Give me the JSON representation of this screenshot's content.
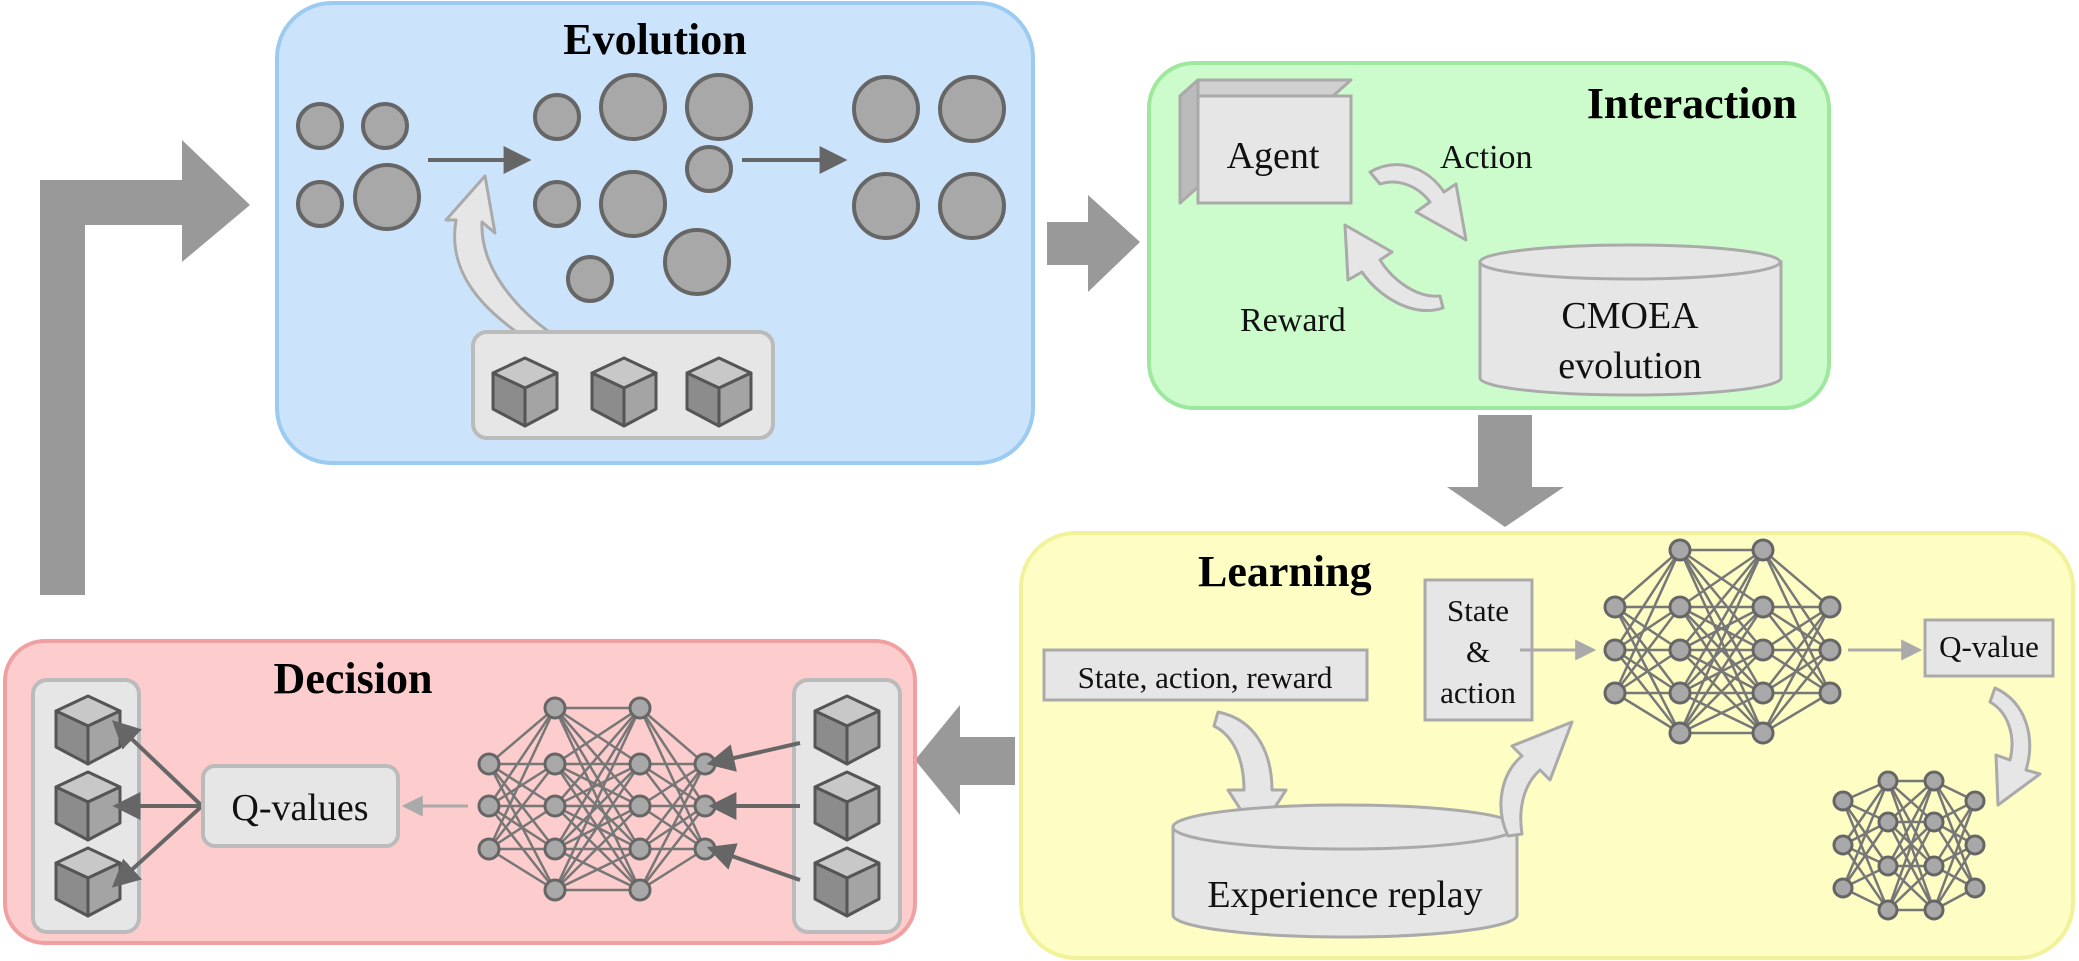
{
  "panels": {
    "evolution": {
      "title": "Evolution",
      "fill": "#cce4fb",
      "stroke": "#9ccbf2"
    },
    "interaction": {
      "title": "Interaction",
      "fill": "#ccfccc",
      "stroke": "#9ee89e"
    },
    "learning": {
      "title": "Learning",
      "fill": "#fdfdc4",
      "stroke": "#f2f29a"
    },
    "decision": {
      "title": "Decision",
      "fill": "#fdcccc",
      "stroke": "#f0a0a0"
    }
  },
  "interaction": {
    "agent_label": "Agent",
    "action_label": "Action",
    "reward_label": "Reward",
    "env_label_line1": "CMOEA",
    "env_label_line2": "evolution"
  },
  "learning": {
    "transition_label": "State, action, reward",
    "replay_label": "Experience replay",
    "state_line1": "State",
    "state_line2": "&",
    "state_line3": "action",
    "qvalue_label": "Q-value"
  },
  "decision": {
    "qvalues_label": "Q-values"
  },
  "icons": {
    "operator": "cube-icon",
    "network": "neural-network-icon",
    "individual": "circle-icon"
  },
  "colors": {
    "flow_arrow": "#999999",
    "node": "#a8a8a8",
    "node_stroke": "#666666",
    "box_fill": "#e6e6e6",
    "box_stroke": "#b4b4b4"
  }
}
